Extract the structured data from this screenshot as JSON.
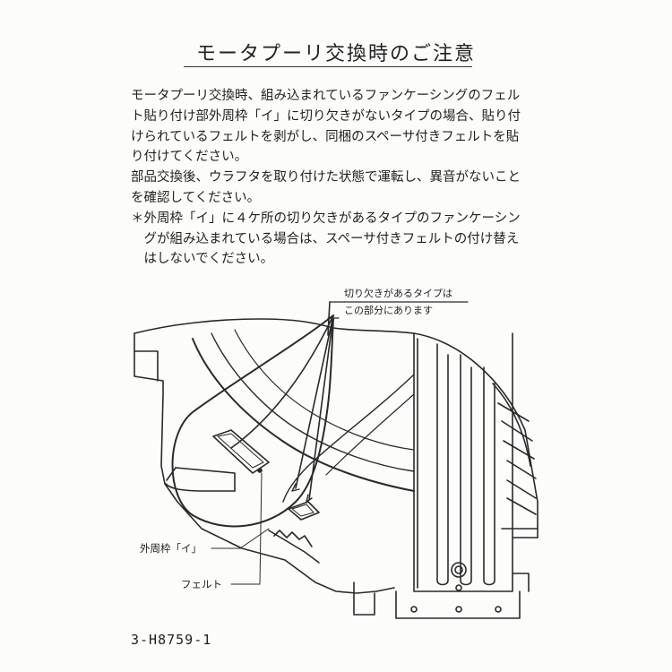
{
  "title": "モータプーリ交換時のご注意",
  "paragraphs": [
    "モータプーリ交換時、組み込まれているファンケーシングのフェル\nト貼り付け部外周枠「イ」に切り欠きがないタイプの場合、貼り付\nけられているフェルトを剥がし、同梱のスペーサ付きフェルトを貼\nり付けてください。",
    "部品交換後、ウラフタを取り付けた状態で運転し、異音がないこと\nを確認してください。"
  ],
  "note": "＊外周枠「イ」に４ケ所の切り欠きがあるタイプのファンケーシン\n　グが組み込まれている場合は、スペーサ付きフェルトの付け替え\n　はしないでください。",
  "callouts": {
    "notch": "切り欠きがあるタイプは\nこの部分にあります",
    "outer_frame": "外周枠「イ」",
    "felt": "フェルト"
  },
  "doc_code": "3-H8759-1"
}
